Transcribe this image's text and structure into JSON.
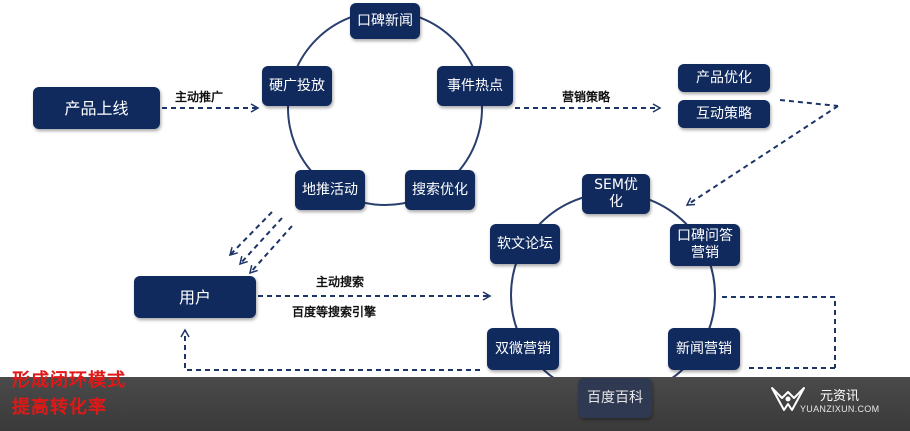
{
  "nodes": {
    "product_launch": "产品上线",
    "koubei_news": "口碑新闻",
    "hard_ads": "硬广投放",
    "event_hotspot": "事件热点",
    "ground_promo": "地推活动",
    "search_opt": "搜索优化",
    "product_opt": "产品优化",
    "interaction_strategy": "互动策略",
    "sem_opt": "SEM优\n化",
    "soft_article": "软文论坛",
    "koubei_qa": "口碑问答\n营销",
    "user": "用户",
    "double_micro": "双微营销",
    "news_marketing": "新闻营销",
    "baidu_baike": "百度百科"
  },
  "edge_labels": {
    "active_promotion": "主动推广",
    "marketing_strategy": "营销策略",
    "active_search": "主动搜索",
    "baidu_search": "百度等搜索引擎"
  },
  "footer": {
    "slogan_line1": "形成闭环模式",
    "slogan_line2": "提高转化率",
    "brand_name": "元资讯",
    "brand_url": "YUANZIXUN.COM"
  },
  "colors": {
    "node_fill": "#102a5e",
    "arrow": "#1c3466",
    "slogan": "#e01818",
    "footer_bg": "#3e3e3e"
  }
}
